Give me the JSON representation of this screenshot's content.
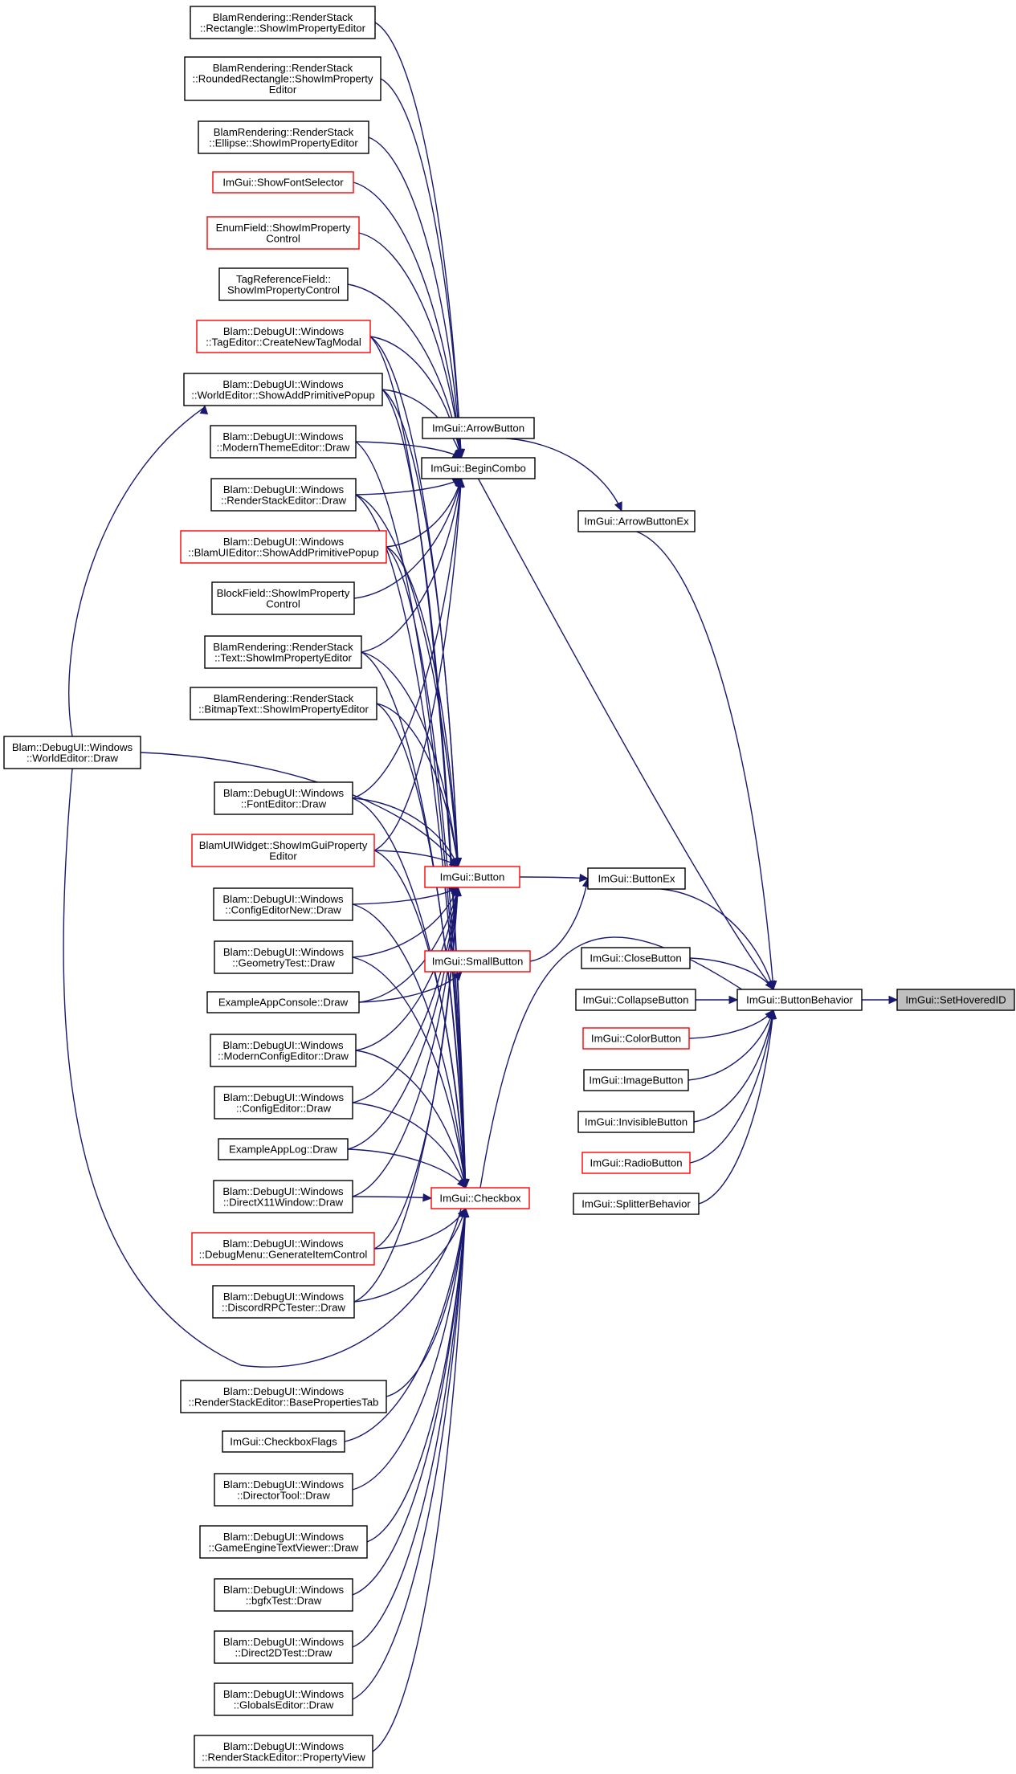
{
  "graph": {
    "nodes": [
      {
        "id": "setHoveredID",
        "lines": [
          "ImGui::SetHoveredID"
        ],
        "style": "grey"
      },
      {
        "id": "buttonBehavior",
        "lines": [
          "ImGui::ButtonBehavior"
        ],
        "style": "normal"
      },
      {
        "id": "arrowButtonEx",
        "lines": [
          "ImGui::ArrowButtonEx"
        ],
        "style": "normal"
      },
      {
        "id": "buttonEx",
        "lines": [
          "ImGui::ButtonEx"
        ],
        "style": "normal"
      },
      {
        "id": "closeButton",
        "lines": [
          "ImGui::CloseButton"
        ],
        "style": "normal"
      },
      {
        "id": "collapseButton",
        "lines": [
          "ImGui::CollapseButton"
        ],
        "style": "normal"
      },
      {
        "id": "colorButton",
        "lines": [
          "ImGui::ColorButton"
        ],
        "style": "red"
      },
      {
        "id": "imageButton",
        "lines": [
          "ImGui::ImageButton"
        ],
        "style": "normal"
      },
      {
        "id": "invisibleButton",
        "lines": [
          "ImGui::InvisibleButton"
        ],
        "style": "normal"
      },
      {
        "id": "radioButton",
        "lines": [
          "ImGui::RadioButton"
        ],
        "style": "red"
      },
      {
        "id": "splitterBehavior",
        "lines": [
          "ImGui::SplitterBehavior"
        ],
        "style": "normal"
      },
      {
        "id": "arrowButton",
        "lines": [
          "ImGui::ArrowButton"
        ],
        "style": "normal"
      },
      {
        "id": "beginCombo",
        "lines": [
          "ImGui::BeginCombo"
        ],
        "style": "normal"
      },
      {
        "id": "button",
        "lines": [
          "ImGui::Button"
        ],
        "style": "red"
      },
      {
        "id": "smallButton",
        "lines": [
          "ImGui::SmallButton"
        ],
        "style": "red"
      },
      {
        "id": "checkbox",
        "lines": [
          "ImGui::Checkbox"
        ],
        "style": "red"
      },
      {
        "id": "worldEditorDraw",
        "lines": [
          "Blam::DebugUI::Windows",
          "::WorldEditor::Draw"
        ],
        "style": "normal"
      },
      {
        "id": "rectEditor",
        "lines": [
          "BlamRendering::RenderStack",
          "::Rectangle::ShowImPropertyEditor"
        ],
        "style": "normal"
      },
      {
        "id": "roundedRectEditor",
        "lines": [
          "BlamRendering::RenderStack",
          "::RoundedRectangle::ShowImProperty",
          "Editor"
        ],
        "style": "normal"
      },
      {
        "id": "ellipseEditor",
        "lines": [
          "BlamRendering::RenderStack",
          "::Ellipse::ShowImPropertyEditor"
        ],
        "style": "normal"
      },
      {
        "id": "showFontSelector",
        "lines": [
          "ImGui::ShowFontSelector"
        ],
        "style": "red"
      },
      {
        "id": "enumField",
        "lines": [
          "EnumField::ShowImProperty",
          "Control"
        ],
        "style": "red"
      },
      {
        "id": "tagRefField",
        "lines": [
          "TagReferenceField::",
          "ShowImPropertyControl"
        ],
        "style": "normal"
      },
      {
        "id": "tagEditorModal",
        "lines": [
          "Blam::DebugUI::Windows",
          "::TagEditor::CreateNewTagModal"
        ],
        "style": "red"
      },
      {
        "id": "worldEditorPopup",
        "lines": [
          "Blam::DebugUI::Windows",
          "::WorldEditor::ShowAddPrimitivePopup"
        ],
        "style": "normal"
      },
      {
        "id": "modernThemeEditor",
        "lines": [
          "Blam::DebugUI::Windows",
          "::ModernThemeEditor::Draw"
        ],
        "style": "normal"
      },
      {
        "id": "renderStackEditor",
        "lines": [
          "Blam::DebugUI::Windows",
          "::RenderStackEditor::Draw"
        ],
        "style": "normal"
      },
      {
        "id": "blamUIEditorPopup",
        "lines": [
          "Blam::DebugUI::Windows",
          "::BlamUIEditor::ShowAddPrimitivePopup"
        ],
        "style": "red"
      },
      {
        "id": "blockField",
        "lines": [
          "BlockField::ShowImProperty",
          "Control"
        ],
        "style": "normal"
      },
      {
        "id": "textEditor",
        "lines": [
          "BlamRendering::RenderStack",
          "::Text::ShowImPropertyEditor"
        ],
        "style": "normal"
      },
      {
        "id": "bitmapTextEditor",
        "lines": [
          "BlamRendering::RenderStack",
          "::BitmapText::ShowImPropertyEditor"
        ],
        "style": "normal"
      },
      {
        "id": "fontEditor",
        "lines": [
          "Blam::DebugUI::Windows",
          "::FontEditor::Draw"
        ],
        "style": "normal"
      },
      {
        "id": "blamUIWidget",
        "lines": [
          "BlamUIWidget::ShowImGuiProperty",
          "Editor"
        ],
        "style": "red"
      },
      {
        "id": "configEditorNew",
        "lines": [
          "Blam::DebugUI::Windows",
          "::ConfigEditorNew::Draw"
        ],
        "style": "normal"
      },
      {
        "id": "geometryTest",
        "lines": [
          "Blam::DebugUI::Windows",
          "::GeometryTest::Draw"
        ],
        "style": "normal"
      },
      {
        "id": "exampleAppConsole",
        "lines": [
          "ExampleAppConsole::Draw"
        ],
        "style": "normal"
      },
      {
        "id": "modernConfigEditor",
        "lines": [
          "Blam::DebugUI::Windows",
          "::ModernConfigEditor::Draw"
        ],
        "style": "normal"
      },
      {
        "id": "configEditor",
        "lines": [
          "Blam::DebugUI::Windows",
          "::ConfigEditor::Draw"
        ],
        "style": "normal"
      },
      {
        "id": "exampleAppLog",
        "lines": [
          "ExampleAppLog::Draw"
        ],
        "style": "normal"
      },
      {
        "id": "directX11Window",
        "lines": [
          "Blam::DebugUI::Windows",
          "::DirectX11Window::Draw"
        ],
        "style": "normal"
      },
      {
        "id": "debugMenu",
        "lines": [
          "Blam::DebugUI::Windows",
          "::DebugMenu::GenerateItemControl"
        ],
        "style": "red"
      },
      {
        "id": "discordRPC",
        "lines": [
          "Blam::DebugUI::Windows",
          "::DiscordRPCTester::Draw"
        ],
        "style": "normal"
      },
      {
        "id": "basePropertiesTab",
        "lines": [
          "Blam::DebugUI::Windows",
          "::RenderStackEditor::BasePropertiesTab"
        ],
        "style": "normal"
      },
      {
        "id": "checkboxFlags",
        "lines": [
          "ImGui::CheckboxFlags"
        ],
        "style": "normal"
      },
      {
        "id": "directorTool",
        "lines": [
          "Blam::DebugUI::Windows",
          "::DirectorTool::Draw"
        ],
        "style": "normal"
      },
      {
        "id": "gameEngineTextViewer",
        "lines": [
          "Blam::DebugUI::Windows",
          "::GameEngineTextViewer::Draw"
        ],
        "style": "normal"
      },
      {
        "id": "bgfxTest",
        "lines": [
          "Blam::DebugUI::Windows",
          "::bgfxTest::Draw"
        ],
        "style": "normal"
      },
      {
        "id": "direct2DTest",
        "lines": [
          "Blam::DebugUI::Windows",
          "::Direct2DTest::Draw"
        ],
        "style": "normal"
      },
      {
        "id": "globalsEditor",
        "lines": [
          "Blam::DebugUI::Windows",
          "::GlobalsEditor::Draw"
        ],
        "style": "normal"
      },
      {
        "id": "propertyView",
        "lines": [
          "Blam::DebugUI::Windows",
          "::RenderStackEditor::PropertyView"
        ],
        "style": "normal"
      }
    ],
    "edges": [
      [
        "buttonBehavior",
        "setHoveredID"
      ],
      [
        "arrowButtonEx",
        "buttonBehavior"
      ],
      [
        "buttonEx",
        "buttonBehavior"
      ],
      [
        "closeButton",
        "buttonBehavior"
      ],
      [
        "collapseButton",
        "buttonBehavior"
      ],
      [
        "colorButton",
        "buttonBehavior"
      ],
      [
        "imageButton",
        "buttonBehavior"
      ],
      [
        "invisibleButton",
        "buttonBehavior"
      ],
      [
        "radioButton",
        "buttonBehavior"
      ],
      [
        "splitterBehavior",
        "buttonBehavior"
      ],
      [
        "checkbox",
        "buttonBehavior"
      ],
      [
        "beginCombo",
        "buttonBehavior"
      ],
      [
        "arrowButton",
        "arrowButtonEx"
      ],
      [
        "button",
        "buttonEx"
      ],
      [
        "smallButton",
        "buttonEx"
      ],
      [
        "rectEditor",
        "beginCombo"
      ],
      [
        "roundedRectEditor",
        "beginCombo"
      ],
      [
        "ellipseEditor",
        "beginCombo"
      ],
      [
        "showFontSelector",
        "beginCombo"
      ],
      [
        "enumField",
        "beginCombo"
      ],
      [
        "tagRefField",
        "beginCombo"
      ],
      [
        "tagEditorModal",
        "beginCombo"
      ],
      [
        "worldEditorPopup",
        "beginCombo"
      ],
      [
        "modernThemeEditor",
        "beginCombo"
      ],
      [
        "renderStackEditor",
        "beginCombo"
      ],
      [
        "blamUIEditorPopup",
        "beginCombo"
      ],
      [
        "blockField",
        "beginCombo"
      ],
      [
        "textEditor",
        "beginCombo"
      ],
      [
        "fontEditor",
        "beginCombo"
      ],
      [
        "blamUIWidget",
        "beginCombo"
      ],
      [
        "tagEditorModal",
        "button"
      ],
      [
        "worldEditorPopup",
        "button"
      ],
      [
        "renderStackEditor",
        "button"
      ],
      [
        "blamUIEditorPopup",
        "button"
      ],
      [
        "textEditor",
        "button"
      ],
      [
        "bitmapTextEditor",
        "button"
      ],
      [
        "worldEditorDraw",
        "button"
      ],
      [
        "fontEditor",
        "button"
      ],
      [
        "blamUIWidget",
        "button"
      ],
      [
        "configEditorNew",
        "button"
      ],
      [
        "geometryTest",
        "button"
      ],
      [
        "exampleAppConsole",
        "button"
      ],
      [
        "modernConfigEditor",
        "button"
      ],
      [
        "configEditor",
        "button"
      ],
      [
        "exampleAppLog",
        "button"
      ],
      [
        "directX11Window",
        "button"
      ],
      [
        "debugMenu",
        "button"
      ],
      [
        "discordRPC",
        "button"
      ],
      [
        "exampleAppConsole",
        "smallButton"
      ],
      [
        "tagEditorModal",
        "checkbox"
      ],
      [
        "worldEditorPopup",
        "checkbox"
      ],
      [
        "modernThemeEditor",
        "checkbox"
      ],
      [
        "renderStackEditor",
        "checkbox"
      ],
      [
        "blamUIEditorPopup",
        "checkbox"
      ],
      [
        "textEditor",
        "checkbox"
      ],
      [
        "bitmapTextEditor",
        "checkbox"
      ],
      [
        "fontEditor",
        "checkbox"
      ],
      [
        "blamUIWidget",
        "checkbox"
      ],
      [
        "configEditorNew",
        "checkbox"
      ],
      [
        "geometryTest",
        "checkbox"
      ],
      [
        "modernConfigEditor",
        "checkbox"
      ],
      [
        "configEditor",
        "checkbox"
      ],
      [
        "exampleAppLog",
        "checkbox"
      ],
      [
        "directX11Window",
        "checkbox"
      ],
      [
        "debugMenu",
        "checkbox"
      ],
      [
        "discordRPC",
        "checkbox"
      ],
      [
        "basePropertiesTab",
        "checkbox"
      ],
      [
        "checkboxFlags",
        "checkbox"
      ],
      [
        "directorTool",
        "checkbox"
      ],
      [
        "gameEngineTextViewer",
        "checkbox"
      ],
      [
        "bgfxTest",
        "checkbox"
      ],
      [
        "direct2DTest",
        "checkbox"
      ],
      [
        "globalsEditor",
        "checkbox"
      ],
      [
        "propertyView",
        "checkbox"
      ],
      [
        "worldEditorDraw",
        "worldEditorPopup"
      ],
      [
        "worldEditorDraw",
        "checkbox"
      ]
    ]
  },
  "colors": {
    "edge": "#191970",
    "border_normal": "#000000",
    "border_red": "#ff0000",
    "fill_grey": "#bfbfbf"
  }
}
